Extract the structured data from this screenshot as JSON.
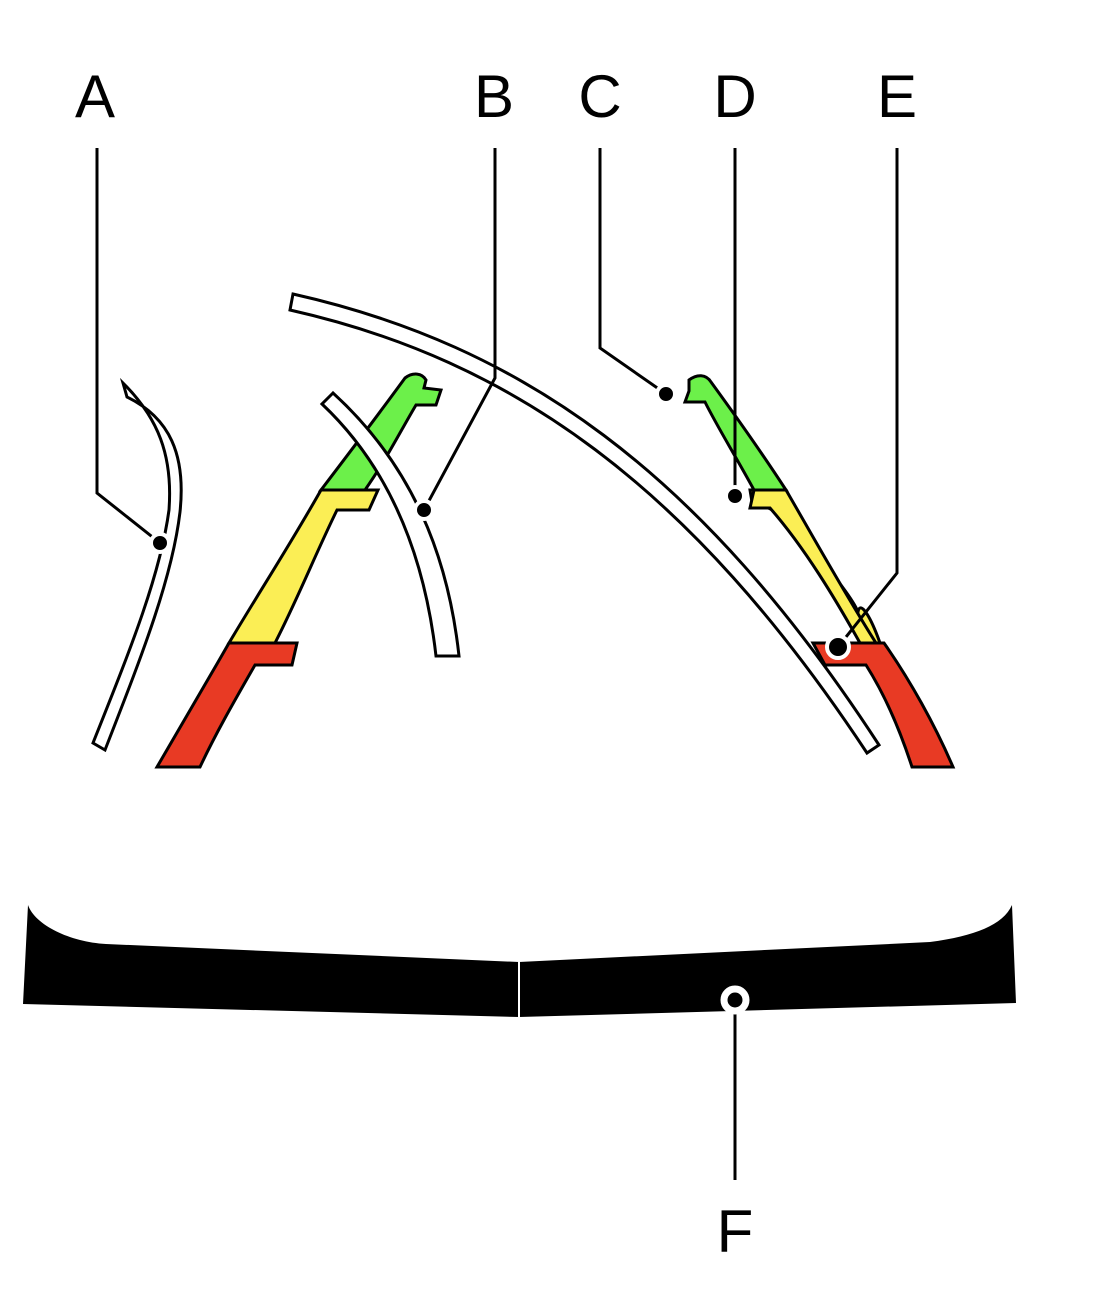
{
  "labels": {
    "a": "A",
    "b": "B",
    "c": "C",
    "d": "D",
    "e": "E",
    "f": "F"
  },
  "colors": {
    "far_zone": "#6cf04a",
    "middle_zone": "#fbee55",
    "near_zone": "#e83a24",
    "bumper": "#000000",
    "guide_line": "#ffffff"
  }
}
